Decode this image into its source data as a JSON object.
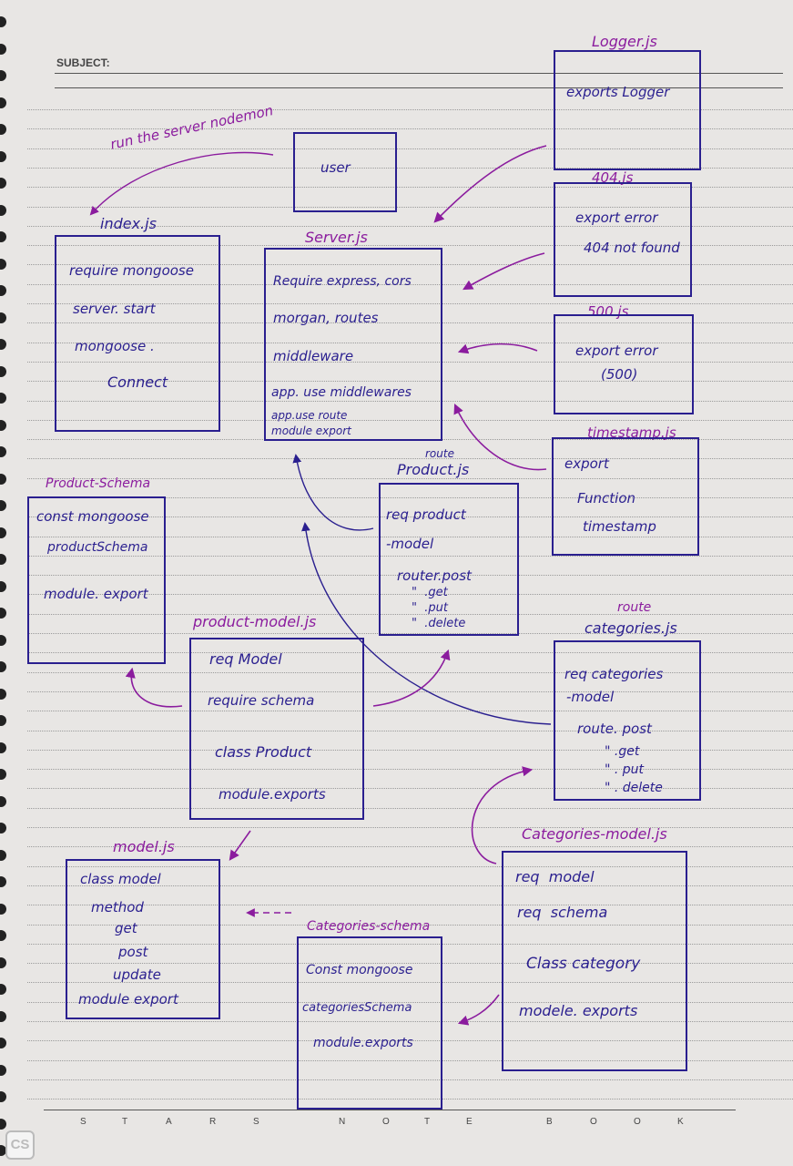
{
  "header": {
    "subject_label": "SUBJECT:"
  },
  "footer": {
    "brand_letters": [
      "S",
      "T",
      "A",
      "R",
      "S",
      "N",
      "O",
      "T",
      "E",
      "B",
      "O",
      "O",
      "K"
    ]
  },
  "watermark": "CS",
  "diagram": {
    "logger": {
      "title": "Logger.js",
      "lines": [
        "exports Logger"
      ]
    },
    "e404": {
      "title": "404.js",
      "lines": [
        "export error",
        "404 not found"
      ]
    },
    "e500": {
      "title": "500.js",
      "lines": [
        "export error",
        "(500)"
      ]
    },
    "timestamp": {
      "title": "timestamp.js",
      "lines": [
        "export",
        "Function",
        "timestamp"
      ]
    },
    "run_note": "run the server nodemon",
    "user": {
      "label": "user"
    },
    "index": {
      "title": "index.js",
      "lines": [
        "require mongoose",
        "server. start",
        "mongoose .",
        "Connect"
      ]
    },
    "server": {
      "title": "Server.js",
      "lines": [
        "Require express, cors",
        "morgan, routes",
        "middleware",
        "app. use middlewares",
        "app.use route",
        "module export"
      ]
    },
    "route_product": {
      "title": [
        "route",
        "Product.js"
      ],
      "lines": [
        "req product",
        "-model",
        "router.post",
        "\"  .get",
        "\"  .put",
        "\"  .delete"
      ]
    },
    "product_schema": {
      "title": "Product-Schema",
      "lines": [
        "const mongoose",
        "productSchema",
        "module. export"
      ]
    },
    "product_model": {
      "title": "product-model.js",
      "lines": [
        "req Model",
        "require schema",
        "class Product",
        "module.exports"
      ]
    },
    "route_categories": {
      "title": [
        "route",
        "categories.js"
      ],
      "lines": [
        "req categories",
        "-model",
        "route. post",
        "\" .get",
        "\" . put",
        "\" . delete"
      ]
    },
    "model": {
      "title": "model.js",
      "lines": [
        "class model",
        "method",
        "get",
        "post",
        "update",
        "module export"
      ]
    },
    "categories_schema": {
      "title": "Categories-schema",
      "lines": [
        "Const mongoose",
        "categoriesSchema",
        "module.exports"
      ]
    },
    "categories_model": {
      "title": "Categories-model.js",
      "lines": [
        "req  model",
        "req  schema",
        "Class category",
        "modele. exports"
      ]
    }
  },
  "colors": {
    "blue_ink": "#2a1f8f",
    "purple_ink": "#8b1c9e",
    "paper": "#e8e6e4"
  }
}
